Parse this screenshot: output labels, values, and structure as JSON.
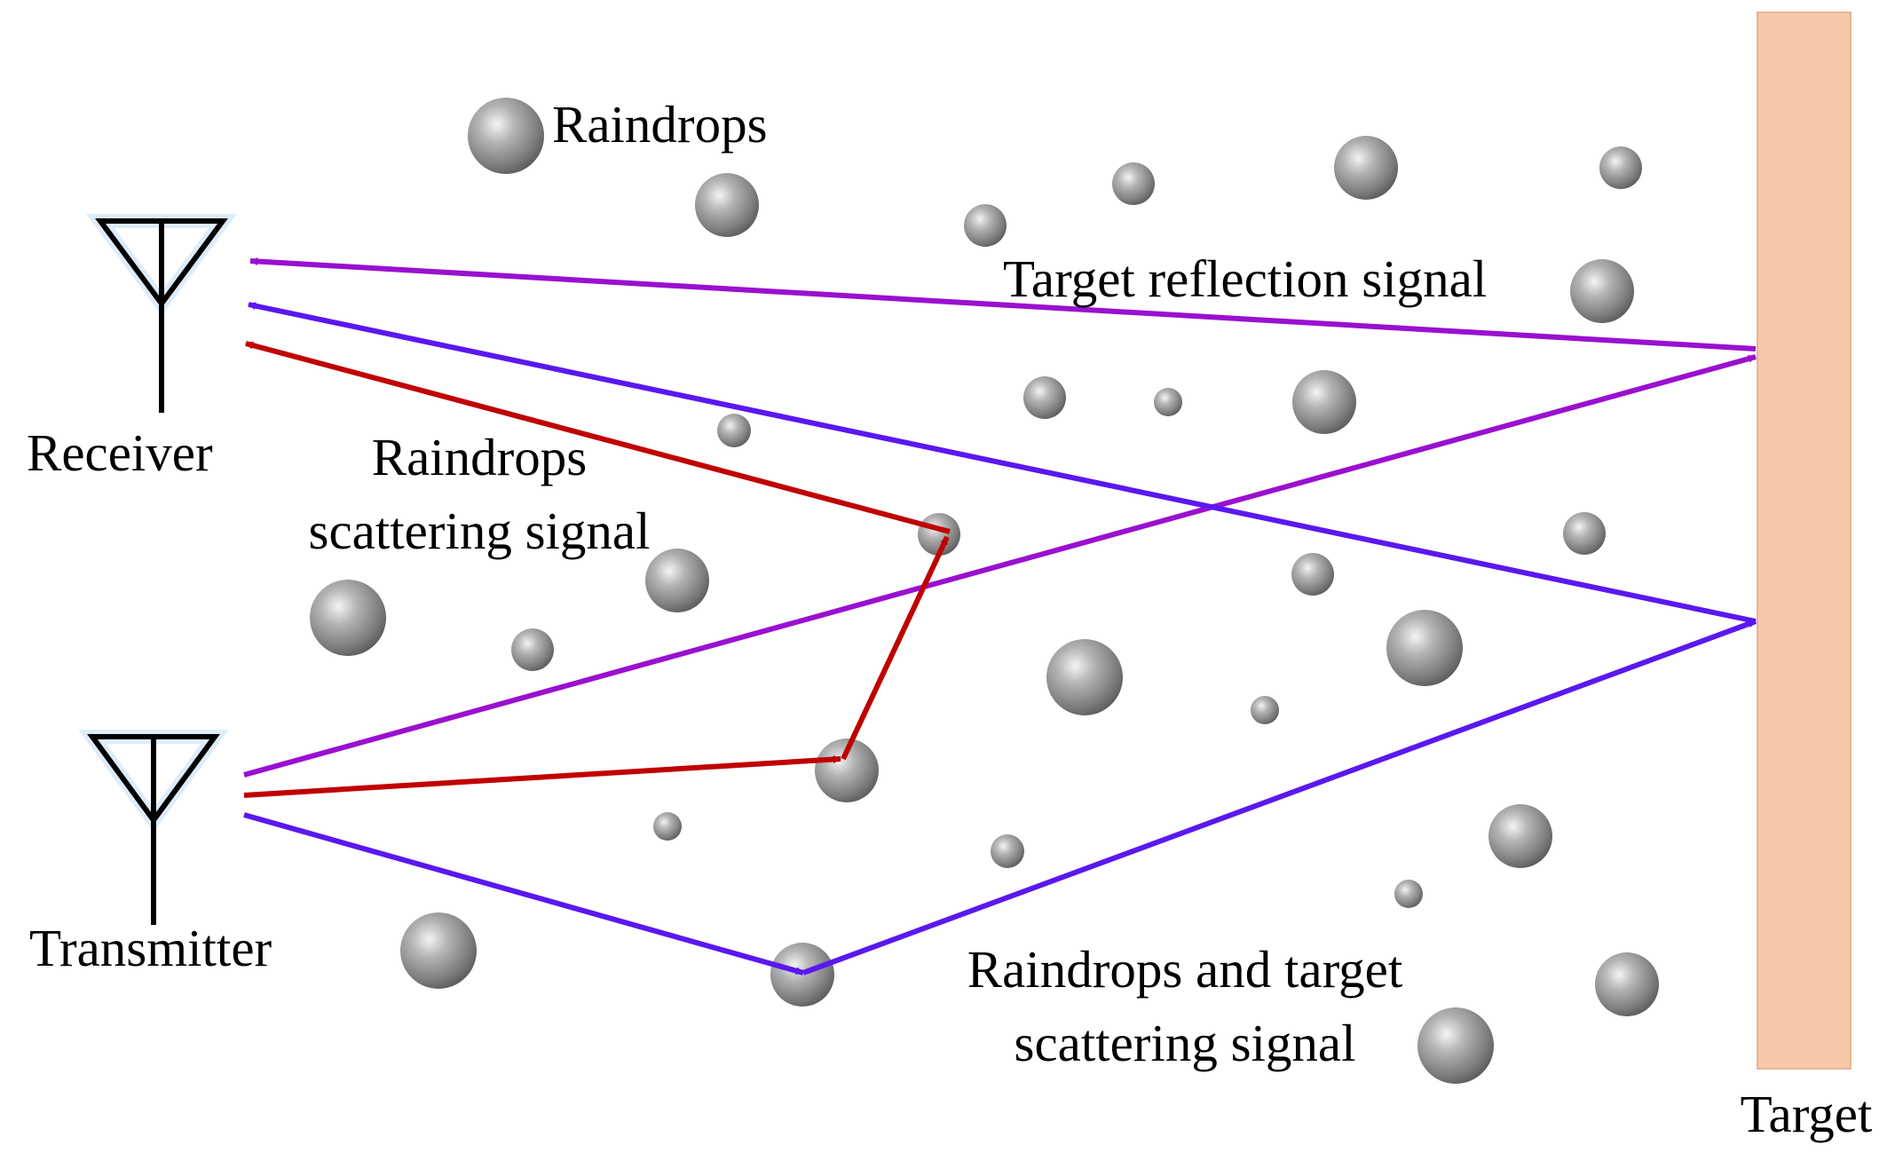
{
  "labels": {
    "raindrops": "Raindrops",
    "target_reflection": "Target reflection signal",
    "receiver": "Receiver",
    "raindrops_scattering_line1": "Raindrops",
    "raindrops_scattering_line2": "scattering signal",
    "transmitter": "Transmitter",
    "raindrops_target_line1": "Raindrops and target",
    "raindrops_target_line2": "scattering signal",
    "target": "Target"
  },
  "colors": {
    "target_reflection_signal": "#9a10cf",
    "raindrops_target_signal": "#5a18f0",
    "raindrops_scattering_signal": "#c00000",
    "target_fill": "#f7c8a8",
    "raindrop": "#8a8a8a"
  },
  "icons": {
    "receiver": "antenna-icon",
    "transmitter": "antenna-icon",
    "raindrop": "sphere-icon"
  }
}
